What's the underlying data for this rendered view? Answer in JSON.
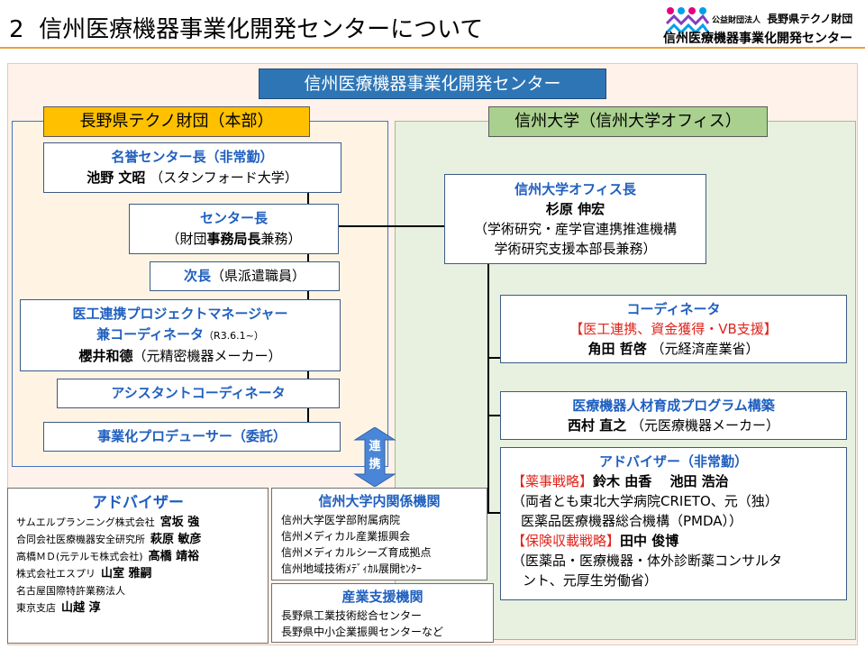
{
  "page": {
    "number": "2",
    "title": "信州医療機器事業化開発センターについて"
  },
  "logo": {
    "org_type": "公益財団法人",
    "org_name": "長野県テクノ財団",
    "center_name": "信州医療機器事業化開発センター"
  },
  "colors": {
    "title_bar": "#2e75b6",
    "left_header": "#ffc000",
    "right_header": "#a9d08e",
    "left_panel": "#fff4e3",
    "right_panel": "#e8f1e0",
    "accent_blue": "#1f5fbf",
    "accent_red": "#e0241b",
    "arrow_blue": "#4a86d8"
  },
  "diagram": {
    "main_title": "信州医療機器事業化開発センター",
    "left_header": "長野県テクノ財団（本部）",
    "right_header": "信州大学（信州大学オフィス）",
    "honorary": {
      "role": "名誉センター長（非常勤）",
      "name": "池野 文昭",
      "affiliation": "（スタンフォード大学）"
    },
    "director": {
      "role": "センター長",
      "note_prefix": "（財団",
      "note_bold": "事務局長",
      "note_suffix": "兼務）"
    },
    "deputy": {
      "role": "次長",
      "note": "（県派遣職員）"
    },
    "pm": {
      "role_line1": "医工連携プロジェクトマネージャー",
      "role_line2": "兼コーディネータ",
      "date": "（R3.6.1~）",
      "name": "櫻井和德",
      "affiliation": "（元精密機器メーカー）"
    },
    "assistant": {
      "role": "アシスタントコーディネータ"
    },
    "producer": {
      "role": "事業化プロデューサー（委託）"
    },
    "office_head": {
      "role": "信州大学オフィス長",
      "name": "杉原 伸宏",
      "note_line1": "（学術研究・産学官連携推進機構",
      "note_line2": "学術研究支援本部長兼務）"
    },
    "coordinator": {
      "role": "コーディネータ",
      "focus": "【医工連携、資金獲得・VB支援】",
      "name": "角田 哲啓",
      "affiliation": "（元経済産業省）"
    },
    "hr_program": {
      "role": "医療機器人材育成プログラム構築",
      "name": "西村 直之",
      "affiliation": "（元医療機器メーカー）"
    },
    "advisor_right": {
      "role": "アドバイザー（非常勤）",
      "tag1": "【薬事戦略】",
      "names1": "鈴木 由香　 池田 浩治",
      "note1_line1": "（両者とも東北大学病院CRIETO、元（独）",
      "note1_line2": "医薬品医療機器総合機構（PMDA））",
      "tag2": "【保険収載戦略】",
      "name2": "田中 俊博",
      "note2_line1": "（医薬品・医療機器・体外診断薬コンサルタ",
      "note2_line2": "ント、元厚生労働省）"
    },
    "link_arrow": {
      "label_line1": "連",
      "label_line2": "携"
    },
    "advisor_left": {
      "title": "アドバイザー",
      "entries": [
        {
          "org": "サムエルプランニング株式会社",
          "name": "宮坂 強"
        },
        {
          "org": "合同会社医療機器安全研究所",
          "name": "萩原 敏彦"
        },
        {
          "org": "高橋ＭＤ(元テルモ株式会社)",
          "name": "髙橋 靖裕"
        },
        {
          "org": "株式会社エスプリ",
          "name": "山室 雅嗣"
        },
        {
          "org": "名古屋国際特許業務法人",
          "name": ""
        },
        {
          "org": "東京支店",
          "name": "山越 淳"
        }
      ]
    },
    "univ_related": {
      "title": "信州大学内関係機関",
      "items": [
        "信州大学医学部附属病院",
        "信州メディカル産業振興会",
        "信州メディカルシーズ育成拠点",
        "信州地域技術ﾒﾃﾞｨｶﾙ展開ｾﾝﾀｰ"
      ]
    },
    "industry_support": {
      "title": "産業支援機関",
      "items": [
        "長野県工業技術総合センター",
        "長野県中小企業振興センターなど"
      ]
    }
  }
}
